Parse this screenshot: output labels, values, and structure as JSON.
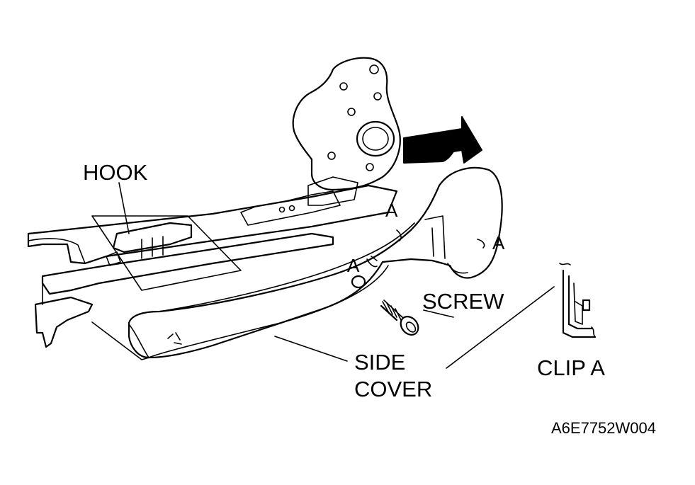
{
  "labels": {
    "hook": "HOOK",
    "a_top": "A",
    "a_right": "A",
    "a_mid": "A",
    "screw": "SCREW",
    "side": "SIDE",
    "cover": "COVER",
    "clip_a": "CLIP A",
    "figure_id": "A6E7752W004"
  },
  "colors": {
    "ink": "#000000",
    "paper": "#ffffff"
  }
}
